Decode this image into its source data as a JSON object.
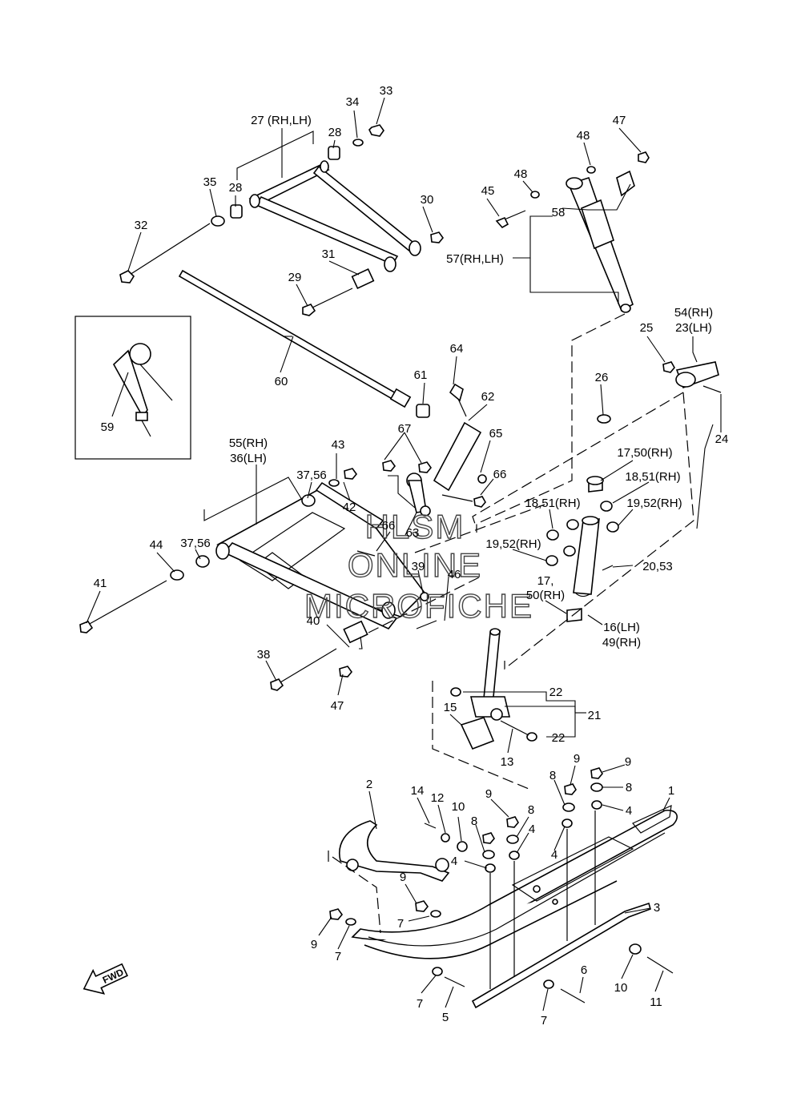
{
  "labels": {
    "l1": "1",
    "l2": "2",
    "l3": "3",
    "l4a": "4",
    "l4b": "4",
    "l4c": "4",
    "l4d": "4",
    "l5": "5",
    "l6": "6",
    "l7a": "7",
    "l7b": "7",
    "l7c": "7",
    "l7d": "7",
    "l8a": "8",
    "l8b": "8",
    "l8c": "8",
    "l8d": "8",
    "l9a": "9",
    "l9b": "9",
    "l9c": "9",
    "l9d": "9",
    "l9e": "9",
    "l10a": "10",
    "l10b": "10",
    "l11": "11",
    "l12": "12",
    "l13": "13",
    "l14": "14",
    "l15": "15",
    "l16": "16(LH)",
    "l49": "49(RH)",
    "l17a": "17,",
    "l17b": "50(RH)",
    "l17c": "17,50(RH)",
    "l18a": "18,51(RH)",
    "l18b": "18,51(RH)",
    "l19a": "19,52(RH)",
    "l19b": "19,52(RH)",
    "l20": "20,53",
    "l21": "21",
    "l22a": "22",
    "l22b": "22",
    "l54": "54(RH)",
    "l23": "23(LH)",
    "l24": "24",
    "l25": "25",
    "l26": "26",
    "l27": "27 (RH,LH)",
    "l28a": "28",
    "l28b": "28",
    "l29": "29",
    "l30": "30",
    "l31": "31",
    "l32": "32",
    "l33": "33",
    "l34": "34",
    "l35": "35",
    "l55": "55(RH)",
    "l36": "36(LH)",
    "l37a": "37,56",
    "l37b": "37,56",
    "l38": "38",
    "l39": "39",
    "l40": "40",
    "l41": "41",
    "l42": "42",
    "l43": "43",
    "l44": "44",
    "l45": "45",
    "l46": "46",
    "l47a": "47",
    "l47b": "47",
    "l48a": "48",
    "l48b": "48",
    "l57": "57(RH,LH)",
    "l58": "58",
    "l59": "59",
    "l60": "60",
    "l61": "61",
    "l62": "62",
    "l63": "63",
    "l64": "64",
    "l65": "65",
    "l66a": "66",
    "l66b": "66",
    "l67": "67"
  },
  "watermark": {
    "line1": "HLSM",
    "line2": "ONLINE",
    "line3": "MICROFICHE"
  },
  "fwd_label": "FWD"
}
